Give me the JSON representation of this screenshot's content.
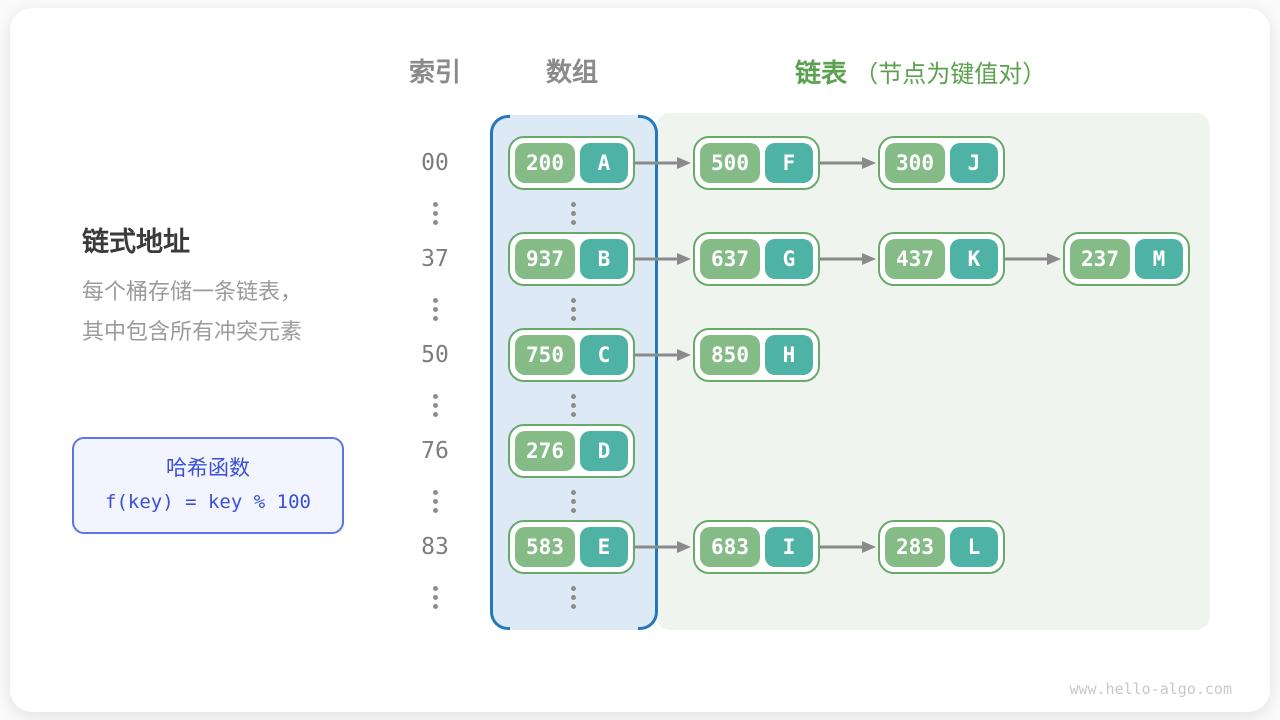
{
  "header": {
    "index_label": "索引",
    "array_label": "数组",
    "list_label": "链表",
    "list_note": "（节点为键值对）"
  },
  "sidebar": {
    "title": "链式地址",
    "description_line1": "每个桶存储一条链表，",
    "description_line2": "其中包含所有冲突元素"
  },
  "hash_box": {
    "title": "哈希函数",
    "formula": "f(key) = key % 100"
  },
  "table": {
    "rows": [
      {
        "index": "00",
        "nodes": [
          {
            "key": "200",
            "value": "A"
          },
          {
            "key": "500",
            "value": "F"
          },
          {
            "key": "300",
            "value": "J"
          }
        ]
      },
      {
        "index": "37",
        "nodes": [
          {
            "key": "937",
            "value": "B"
          },
          {
            "key": "637",
            "value": "G"
          },
          {
            "key": "437",
            "value": "K"
          },
          {
            "key": "237",
            "value": "M"
          }
        ]
      },
      {
        "index": "50",
        "nodes": [
          {
            "key": "750",
            "value": "C"
          },
          {
            "key": "850",
            "value": "H"
          }
        ]
      },
      {
        "index": "76",
        "nodes": [
          {
            "key": "276",
            "value": "D"
          }
        ]
      },
      {
        "index": "83",
        "nodes": [
          {
            "key": "583",
            "value": "E"
          },
          {
            "key": "683",
            "value": "I"
          },
          {
            "key": "283",
            "value": "L"
          }
        ]
      }
    ]
  },
  "icons": {
    "ellipsis": "⋮",
    "arrow_right": "→"
  },
  "watermark": "www.hello-algo.com",
  "colors": {
    "node_key_bg": "#84bb87",
    "node_value_bg": "#4eb3a4",
    "node_border": "#69a969",
    "array_fill": "#ddeaf6",
    "array_border": "#2478bd",
    "chain_bg": "#eff5ee",
    "accent_blue": "#3b50d6",
    "arrow": "#8a8a8a",
    "header_gray": "#8a8a8a",
    "green": "#5ba14f"
  }
}
